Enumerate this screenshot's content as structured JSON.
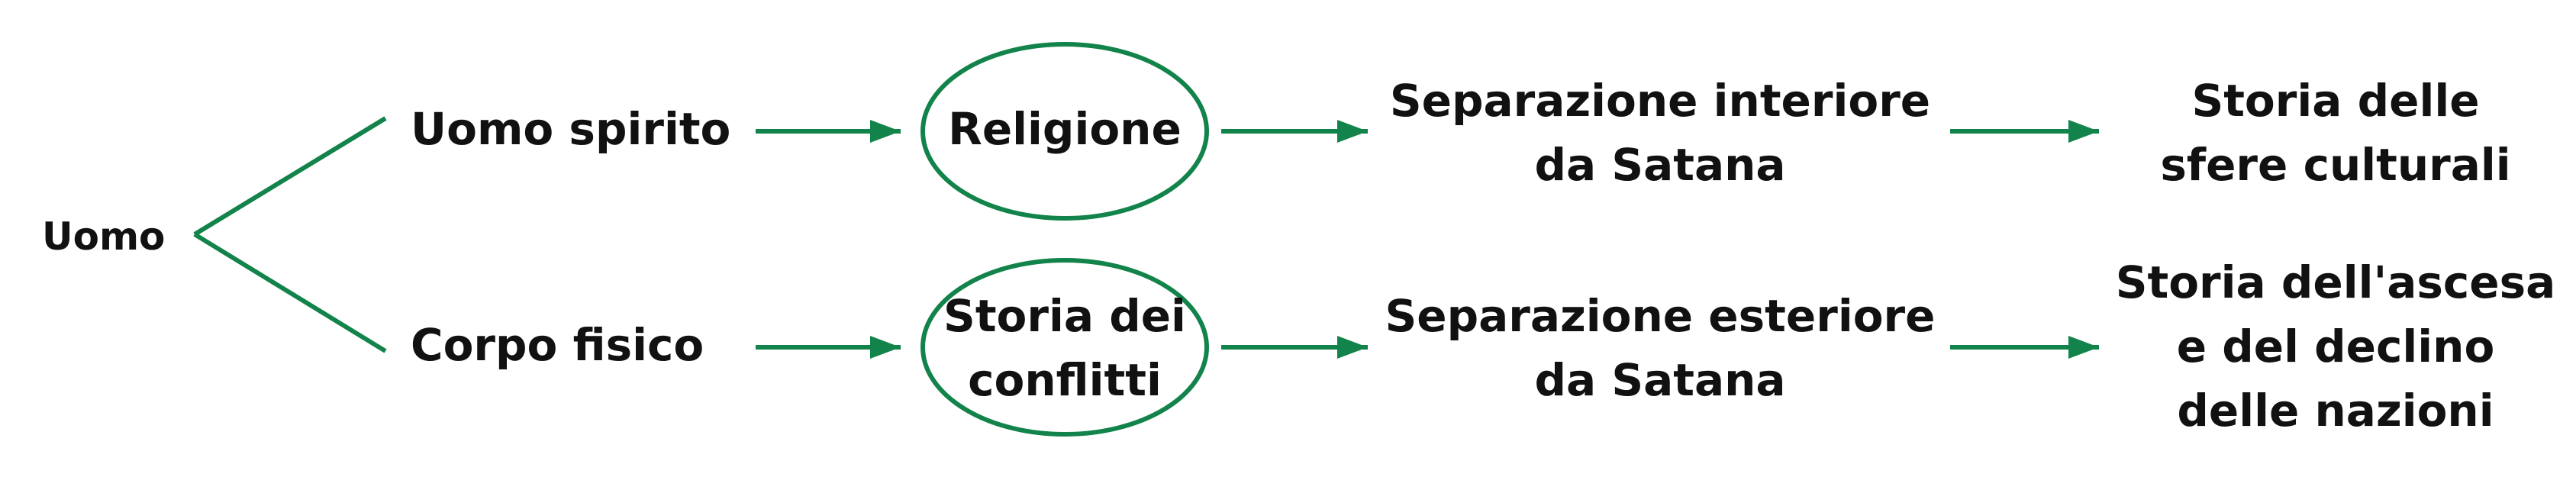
{
  "diagram": {
    "root": "Uomo",
    "rows": [
      {
        "aspect": "Uomo spirito",
        "node": {
          "line1": "Religione",
          "line2": ""
        },
        "separation": {
          "line1": "Separazione interiore",
          "line2": "da Satana"
        },
        "history": {
          "line1": "Storia delle",
          "line2": "sfere culturali",
          "line3": ""
        }
      },
      {
        "aspect": "Corpo fisico",
        "node": {
          "line1": "Storia dei",
          "line2": "conflitti"
        },
        "separation": {
          "line1": "Separazione esteriore",
          "line2": "da Satana"
        },
        "history": {
          "line1": "Storia dell'ascesa",
          "line2": "e del declino",
          "line3": "delle nazioni"
        }
      }
    ]
  },
  "colors": {
    "accent": "#12834a",
    "text": "#111111",
    "background": "#ffffff"
  }
}
